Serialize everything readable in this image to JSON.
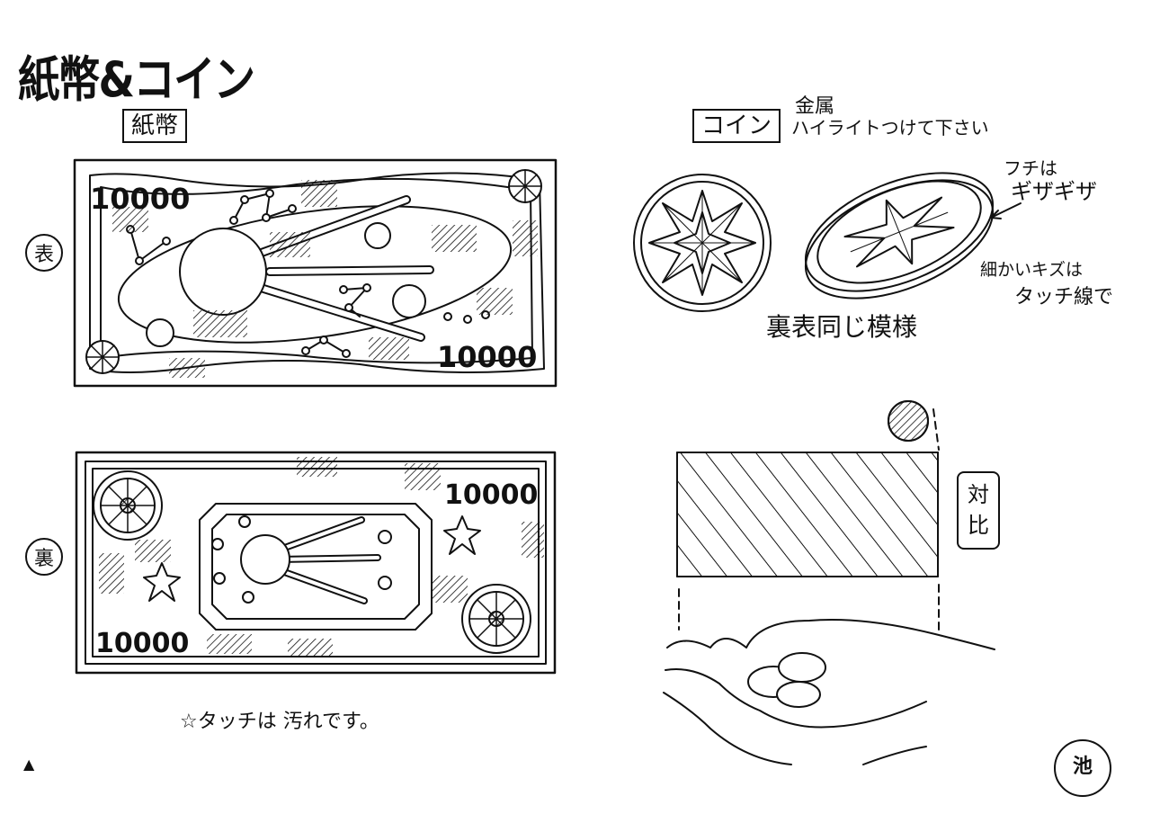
{
  "page": {
    "title": "紙幣&コイン",
    "bill_section_label": "紙幣",
    "coin_section_label": "コイン",
    "coin_note_line1": "金属",
    "coin_note_line2": "ハイライトつけて下さい",
    "coin_edge_note_line1": "フチは",
    "coin_edge_note_line2": "ギザギザ",
    "coin_scratch_note_line1": "細かいキズは",
    "coin_scratch_note_line2": "タッチ線で",
    "coin_same_pattern_note": "裏表同じ模様",
    "front_label": "表",
    "back_label": "裏",
    "bill_footnote": "☆タッチは 汚れです。",
    "comparison_label_line1": "対",
    "comparison_label_line2": "比",
    "page_mark": "▲",
    "corner_stamp": "池"
  },
  "bill": {
    "denomination": "10000"
  },
  "colors": {
    "ink": "#111111",
    "paper": "#ffffff"
  }
}
